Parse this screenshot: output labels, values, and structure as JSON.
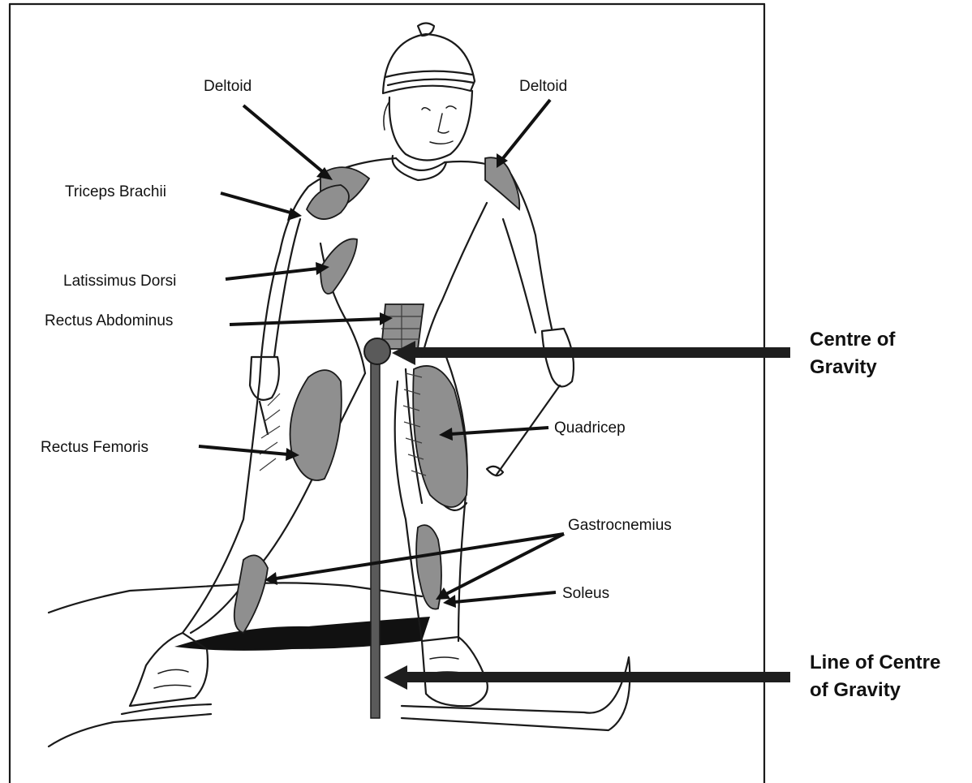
{
  "diagram": {
    "muscle_labels": {
      "deltoid_left": "Deltoid",
      "deltoid_right": "Deltoid",
      "triceps": "Triceps Brachii",
      "latissimus": "Latissimus Dorsi",
      "rectus_abdominus": "Rectus Abdominus",
      "rectus_femoris": "Rectus Femoris",
      "quadricep": "Quadricep",
      "gastrocnemius": "Gastrocnemius",
      "soleus": "Soleus"
    },
    "centre_of_gravity": {
      "line1": "Centre of",
      "line2": "Gravity"
    },
    "line_of_centre": {
      "line1": "Line of Centre",
      "line2": "of Gravity"
    },
    "colors": {
      "muscle_fill": "#8f8f8f",
      "gravity_marker": "#5a5a5a",
      "outline": "#1a1a1a"
    }
  }
}
